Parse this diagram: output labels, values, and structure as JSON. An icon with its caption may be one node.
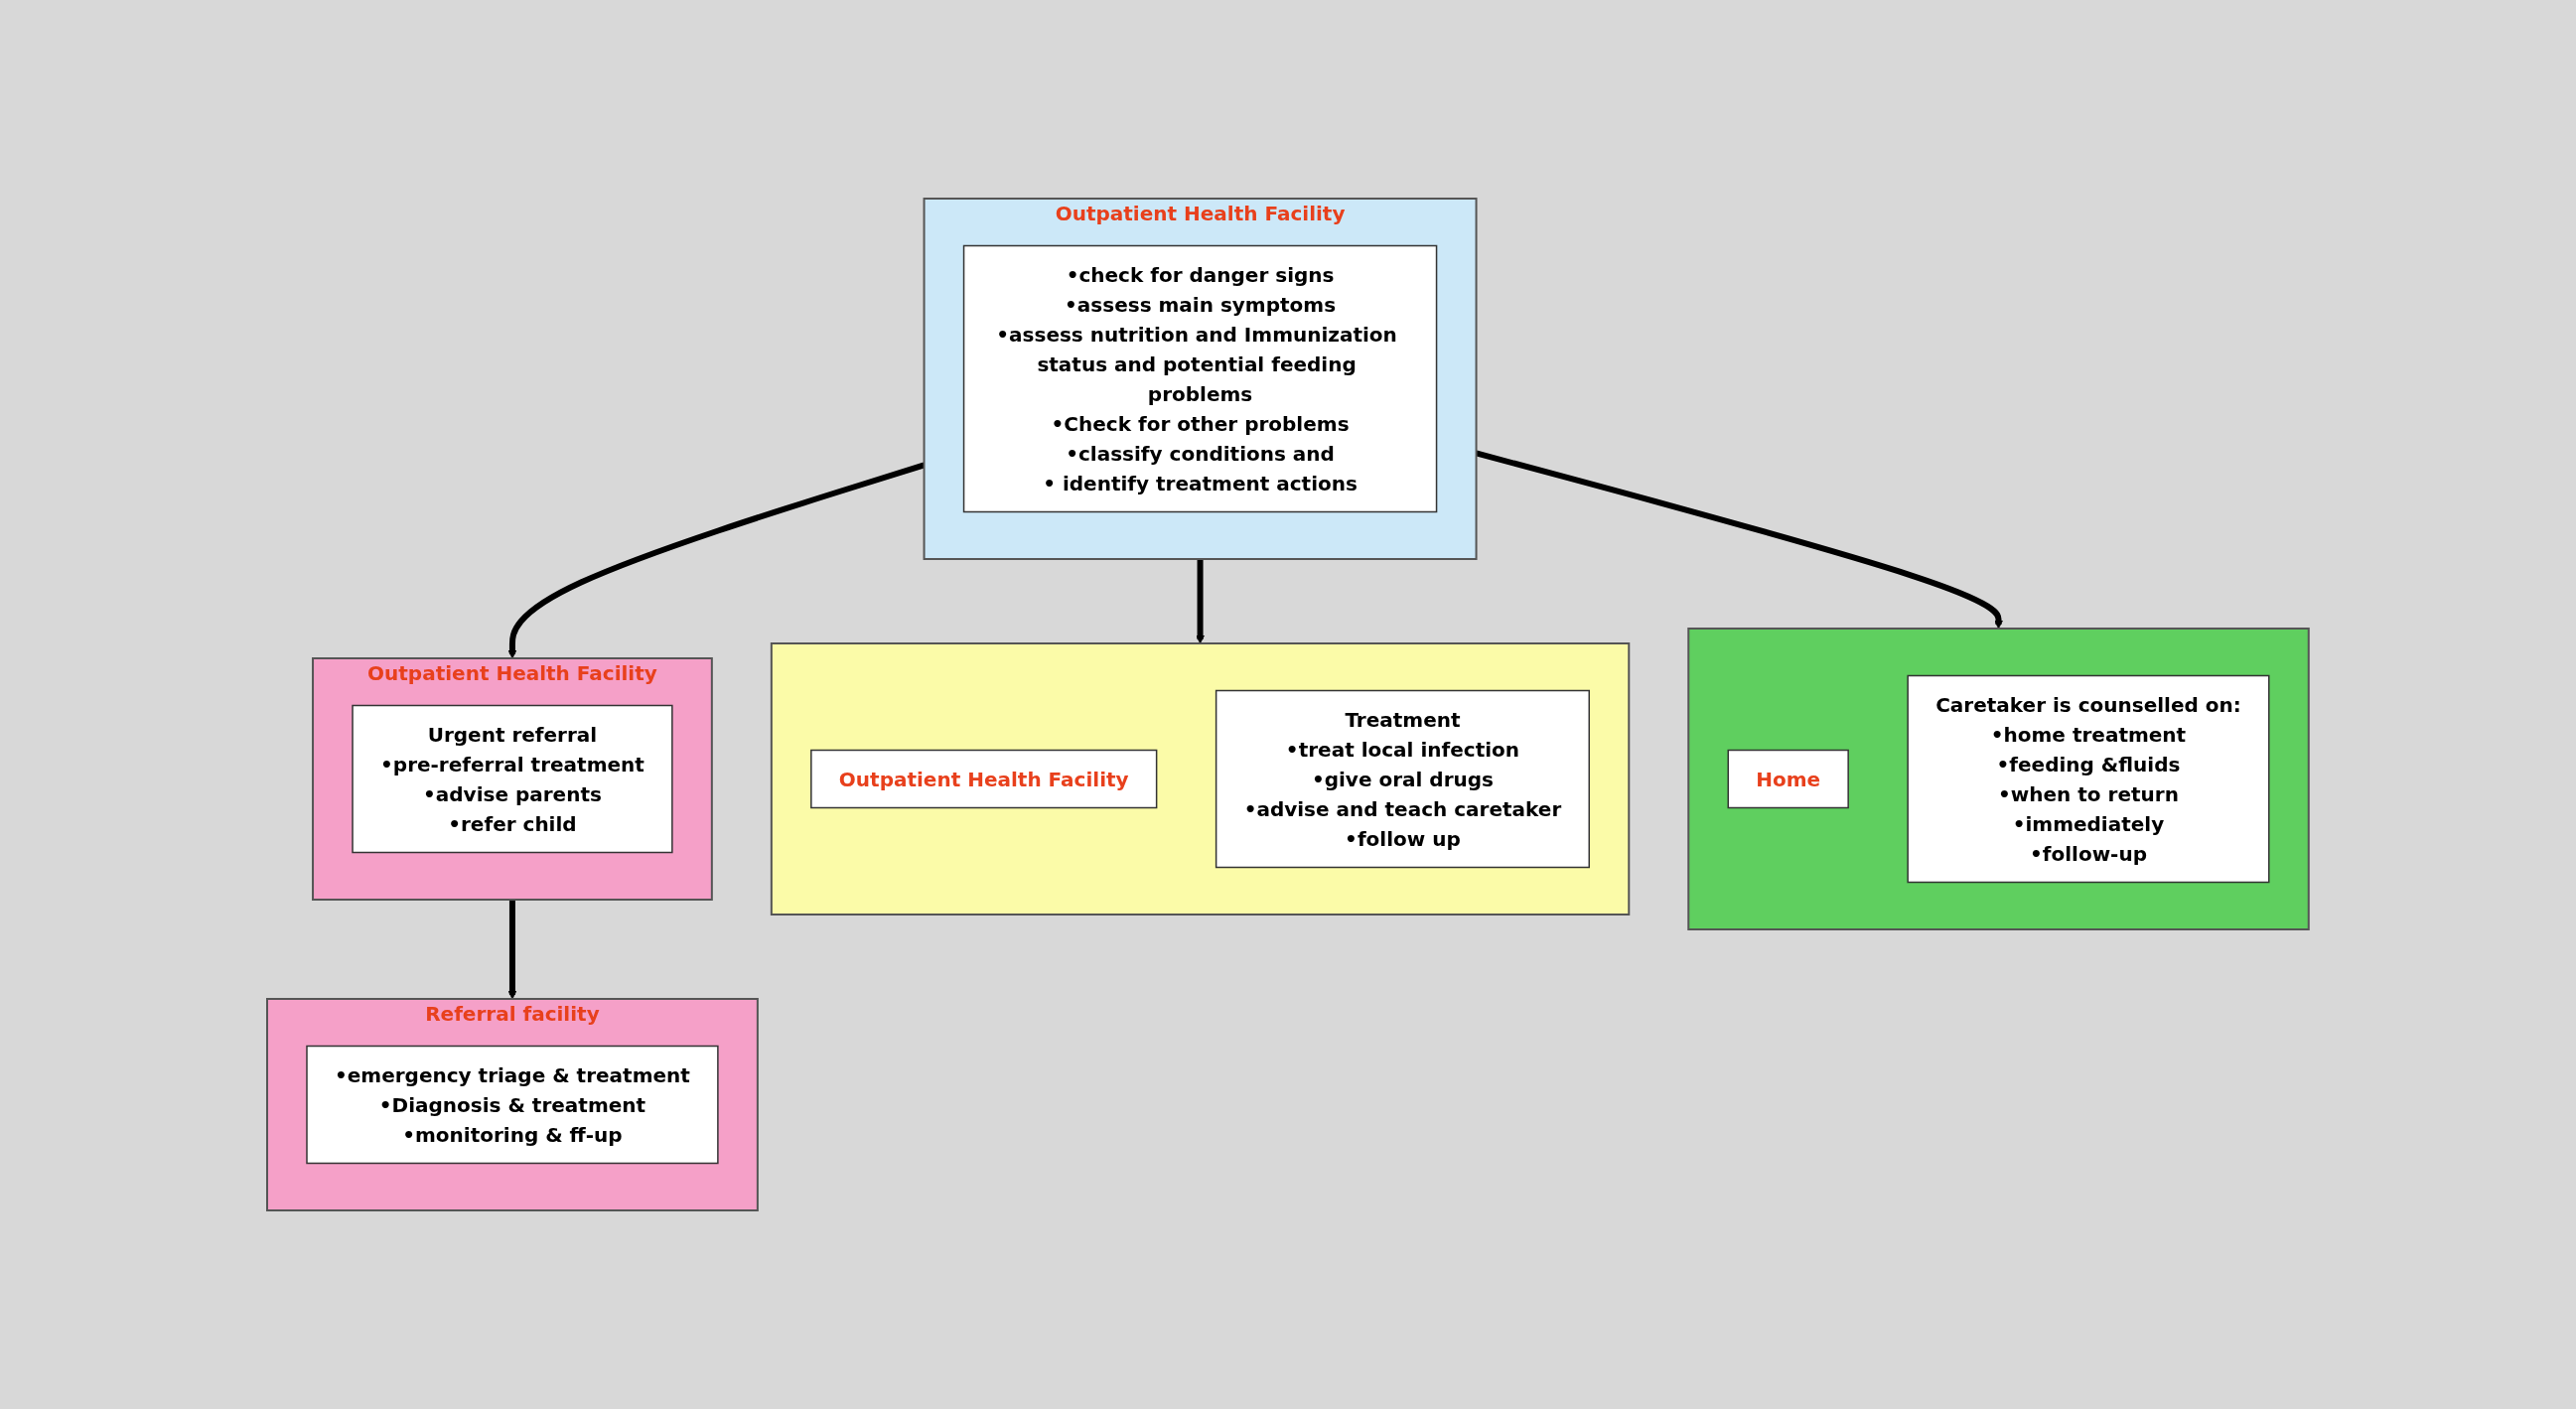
{
  "diagram": {
    "nodes": [
      {
        "text": [
          "Outpatient Health Facility"
        ]
      },
      {
        "text": [
          "•check for danger signs",
          "•assess main symptoms",
          "•assess nutrition and Immunization status and potential feeding problems",
          "•Check for other problems",
          "•classify conditions and",
          "• identify treatment actions"
        ],
        "in": 0
      },
      {
        "text": [
          "Outpatient Health Facility"
        ]
      },
      {
        "text": [
          "Urgent referral",
          "•pre-referral treatment",
          "•advise parents",
          "•refer child"
        ],
        "in": 2
      },
      {
        "text": [
          "Referral facility"
        ]
      },
      {
        "text": [
          "•emergency triage & treatment",
          "•Diagnosis & treatment",
          "•monitoring & ff-up"
        ],
        "in": 4
      },
      {
        "text": [],
        "shape": "box"
      },
      {
        "text": [
          "Outpatient Health Facility"
        ],
        "in": 6
      },
      {
        "text": [
          "Treatment",
          "•treat local infection",
          "•give oral drugs",
          "•advise and teach caretaker",
          "•follow up"
        ],
        "in": 6
      },
      {
        "text": [],
        "shape": "box"
      },
      {
        "text": [
          "Home"
        ],
        "in": 9
      },
      {
        "text": [
          "Caretaker is counselled on:",
          "•home treatment",
          "•feeding &fluids",
          "•when to return",
          "•immediately",
          "•follow-up"
        ],
        "in": 9
      }
    ],
    "edges": [
      {
        "from": 0,
        "to": 2,
        "arrow": "to"
      },
      {
        "from": 0,
        "to": 6,
        "arrow": "to"
      },
      {
        "from": 0,
        "to": 9,
        "arrow": "to"
      },
      {
        "from": 2,
        "to": 4,
        "arrow": "to"
      }
    ]
  }
}
